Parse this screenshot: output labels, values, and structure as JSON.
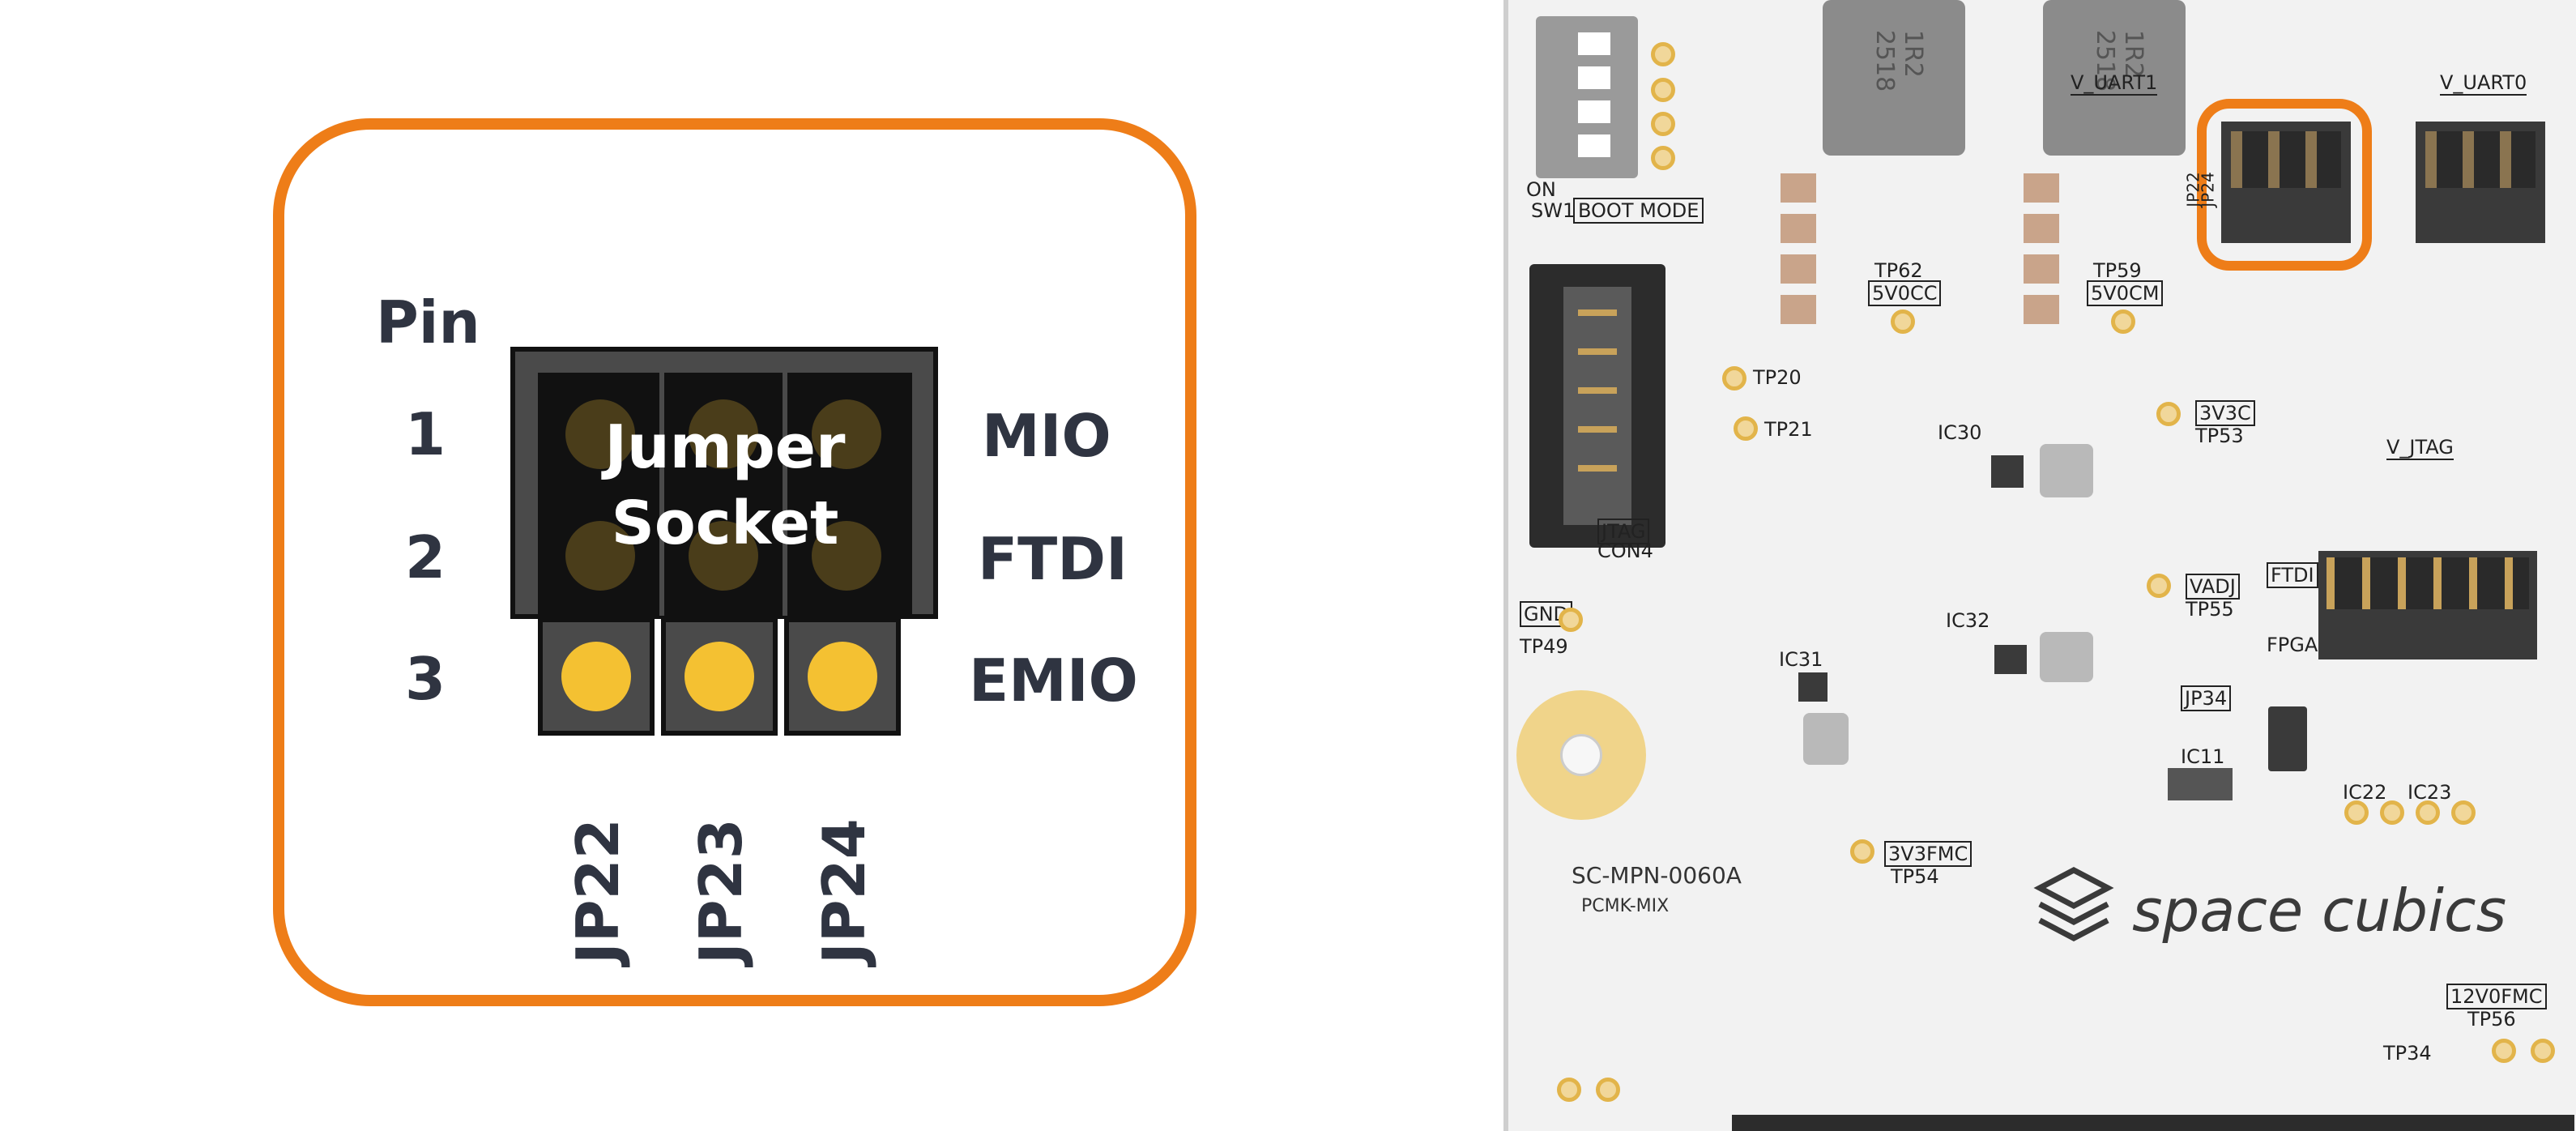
{
  "diagram": {
    "pin_header": "Pin",
    "pin_numbers": [
      "1",
      "2",
      "3"
    ],
    "row_labels": [
      "MIO",
      "FTDI",
      "EMIO"
    ],
    "socket_label_lines": [
      "Jumper",
      "Socket"
    ],
    "jumpers": [
      "JP22",
      "JP23",
      "JP24"
    ]
  },
  "board": {
    "brand": "space cubics",
    "model": "SC-MPN-0060A",
    "pcmk": "PCMK-MIX",
    "sw1": "SW1",
    "boot_mode": "BOOT MODE",
    "on": "ON",
    "inductor_marks": [
      "1R2\n2518",
      "1R2\n2518"
    ],
    "v_uart1": "V_UART1",
    "v_uart0": "V_UART0",
    "v_jtag": "V_JTAG",
    "ftdi": "FTDI",
    "fpga": "FPGA",
    "jtag": "JTAG",
    "con4": "CON4",
    "tp_labels": [
      "TP62",
      "5V0CC",
      "TP59",
      "5V0CM",
      "TP20",
      "TP21",
      "3V3C",
      "TP53",
      "VADJ",
      "TP55",
      "GND",
      "TP49",
      "3V3FMC",
      "TP54",
      "12V0FMC",
      "TP56",
      "TP34",
      "JP34",
      "JP22",
      "JP24"
    ],
    "ic_labels": [
      "IC30",
      "IC31",
      "IC32",
      "IC11",
      "IC22",
      "IC23"
    ],
    "colors": {
      "orange": "#ee7d18",
      "pin_gold": "#f4c132",
      "text_dark": "#2f3441"
    }
  }
}
